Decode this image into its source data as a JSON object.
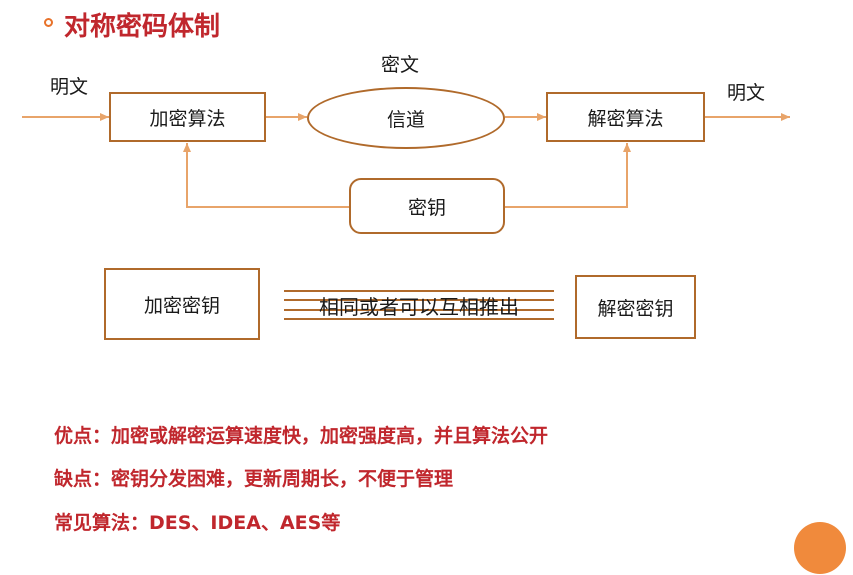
{
  "title": "对称密码体制",
  "diagram": {
    "plaintext_in": "明文",
    "ciphertext": "密文",
    "plaintext_out": "明文",
    "encrypt_algo": "加密算法",
    "channel": "信道",
    "decrypt_algo": "解密算法",
    "key": "密钥",
    "encrypt_key": "加密密钥",
    "relation": "相同或者可以互相推出",
    "decrypt_key": "解密密钥"
  },
  "notes": {
    "pros": "优点：加密或解密运算速度快，加密强度高，并且算法公开",
    "cons": "缺点：密钥分发困难，更新周期长，不便于管理",
    "common": "常见算法：DES、IDEA、AES等"
  },
  "colors": {
    "accent": "#c0272d",
    "line": "#e8a46a",
    "border": "#b06a2b",
    "bullet": "#e8722a",
    "corner_dot": "#f08a3c"
  }
}
